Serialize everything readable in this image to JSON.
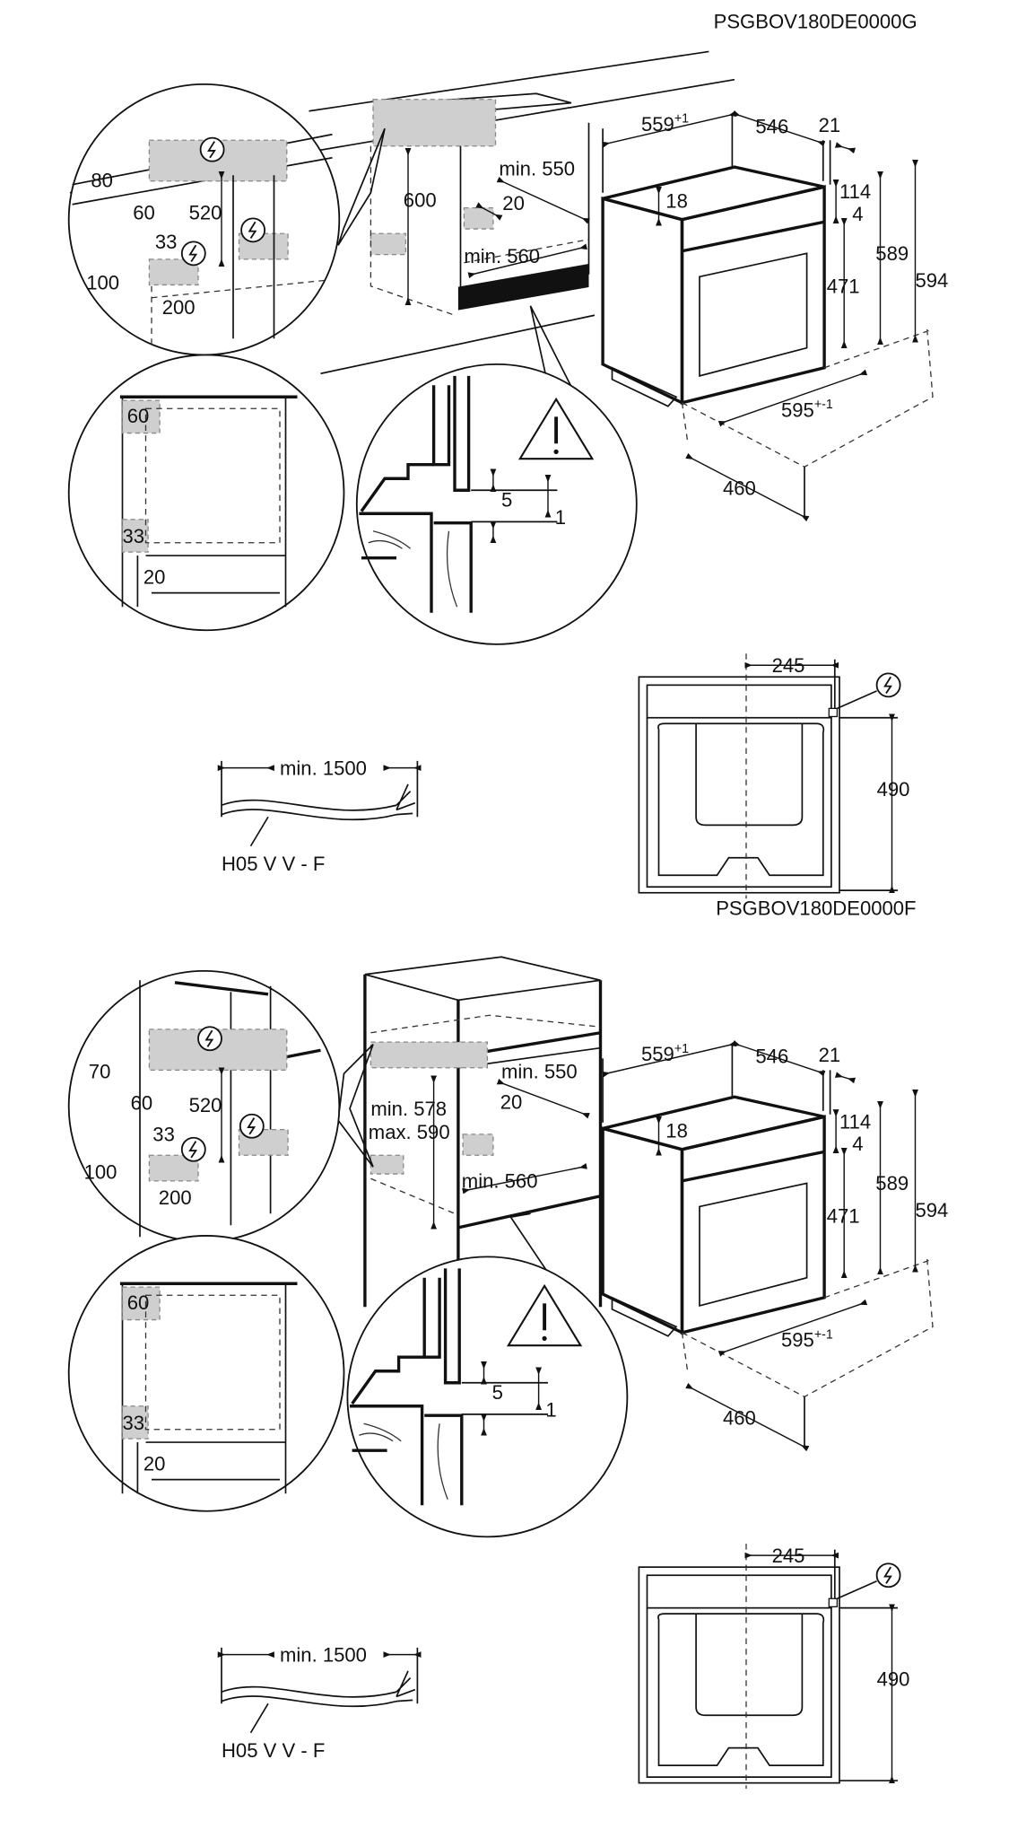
{
  "models": {
    "top": "PSGBOV180DE0000G",
    "bottom": "PSGBOV180DE0000F"
  },
  "section1": {
    "niche": {
      "d80": "80",
      "d60": "60",
      "d520": "520",
      "d33": "33",
      "d100": "100",
      "d200": "200",
      "d600": "600",
      "min550": "min. 550",
      "d20": "20",
      "min560": "min. 560"
    },
    "detail_side": {
      "d60": "60",
      "d33": "33",
      "d20": "20"
    },
    "detail_warning": {
      "d5": "5",
      "d1": "1"
    }
  },
  "section2": {
    "niche": {
      "d70": "70",
      "d60": "60",
      "d520": "520",
      "d33": "33",
      "d100": "100",
      "d200": "200",
      "min578": "min. 578",
      "max590": "max. 590",
      "min550": "min. 550",
      "d20": "20",
      "min560": "min. 560"
    },
    "detail_side": {
      "d60": "60",
      "d33": "33",
      "d20": "20"
    },
    "detail_warning": {
      "d5": "5",
      "d1": "1"
    }
  },
  "oven": {
    "d559": "559",
    "d559_tol": "+1",
    "d546": "546",
    "d21": "21",
    "d18": "18",
    "d114": "114",
    "d4": "4",
    "d589": "589",
    "d594": "594",
    "d471": "471",
    "d595": "595",
    "d595_tol": "+-1",
    "d460": "460"
  },
  "back_view": {
    "d245": "245",
    "d490": "490"
  },
  "cable": {
    "length": "min. 1500",
    "type": "H05 V V - F"
  },
  "icons": {
    "power": "electric-connection-icon",
    "warning": "warning-triangle-icon"
  }
}
